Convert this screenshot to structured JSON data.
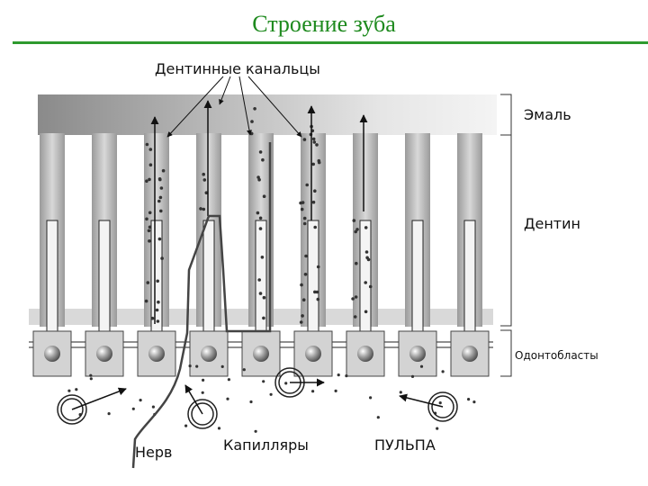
{
  "title": "Строение зуба",
  "labels": {
    "canals": "Дентинные канальцы",
    "enamel": "Эмаль",
    "dentin": "Дентин",
    "odontoblasts": "Одонтобласты",
    "nerve": "Нерв",
    "capillaries": "Капилляры",
    "pulp": "ПУЛЬПА"
  },
  "colors": {
    "title": "#1e8a1e",
    "rule": "#2e9a2e",
    "enamel_dark": "#8a8a8a",
    "enamel_light": "#f2f2f2",
    "tubule": "#a8a8a8",
    "cell": "#d3d3d3"
  },
  "tubule_count": 9
}
